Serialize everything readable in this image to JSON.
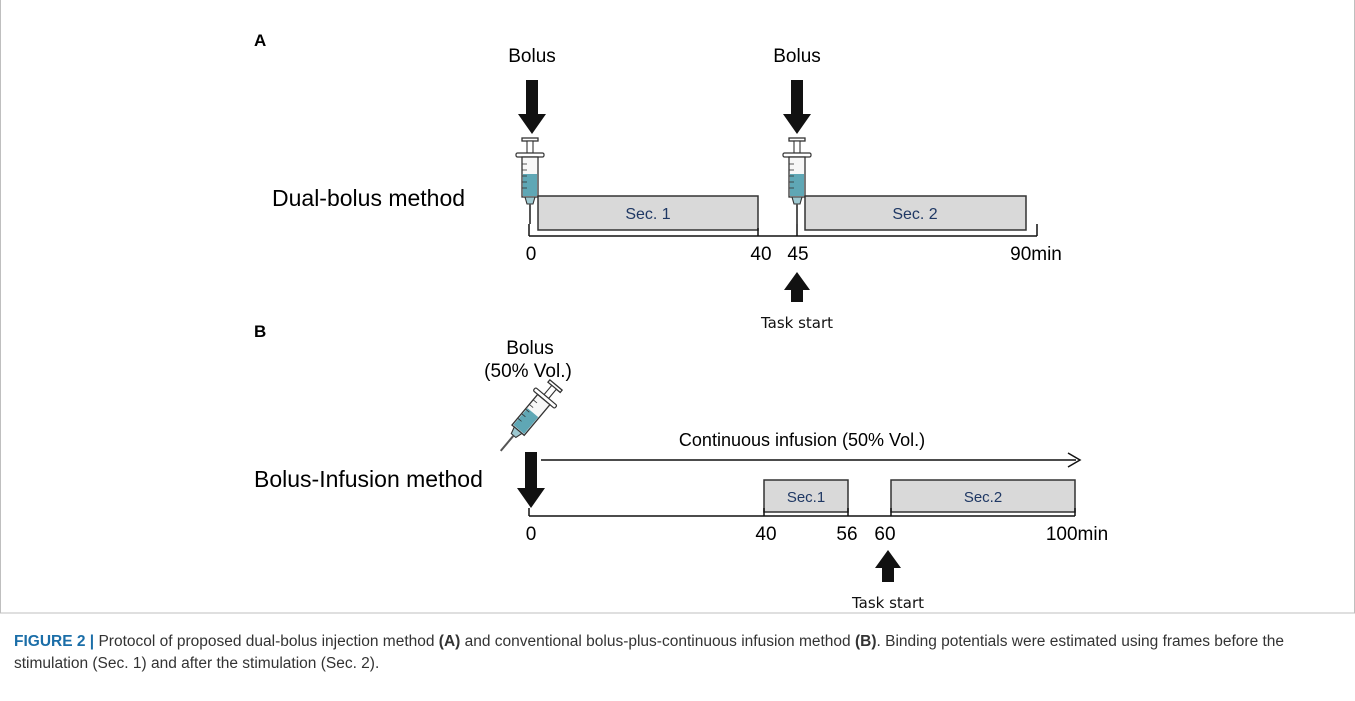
{
  "panel_a": {
    "label": "A",
    "method": "Dual-bolus method",
    "bolus_1": "Bolus",
    "bolus_2": "Bolus",
    "sec1": "Sec. 1",
    "sec2": "Sec. 2",
    "ticks": [
      "0",
      "40",
      "45",
      "90min"
    ],
    "task": "Task start"
  },
  "panel_b": {
    "label": "B",
    "method": "Bolus-Infusion method",
    "bolus_line1": "Bolus",
    "bolus_line2": "(50% Vol.)",
    "infusion": "Continuous infusion (50% Vol.)",
    "sec1": "Sec.1",
    "sec2": "Sec.2",
    "ticks": [
      "0",
      "40",
      "56",
      "60",
      "100min"
    ],
    "task": "Task start"
  },
  "caption": {
    "figure": "FIGURE 2 |",
    "t1": " Protocol of proposed dual-bolus injection method ",
    "ref_a": "(A)",
    "t2": " and conventional bolus-plus-continuous infusion method ",
    "ref_b": "(B)",
    "t3": ". Binding potentials were estimated using frames before the stimulation (Sec. 1) and after the stimulation (Sec. 2)."
  },
  "colors": {
    "box_fill": "#d9d9d9",
    "sec_text": "#1f3864",
    "figure_label": "#1b6ea8",
    "frame_border": "#bfbfbf"
  }
}
